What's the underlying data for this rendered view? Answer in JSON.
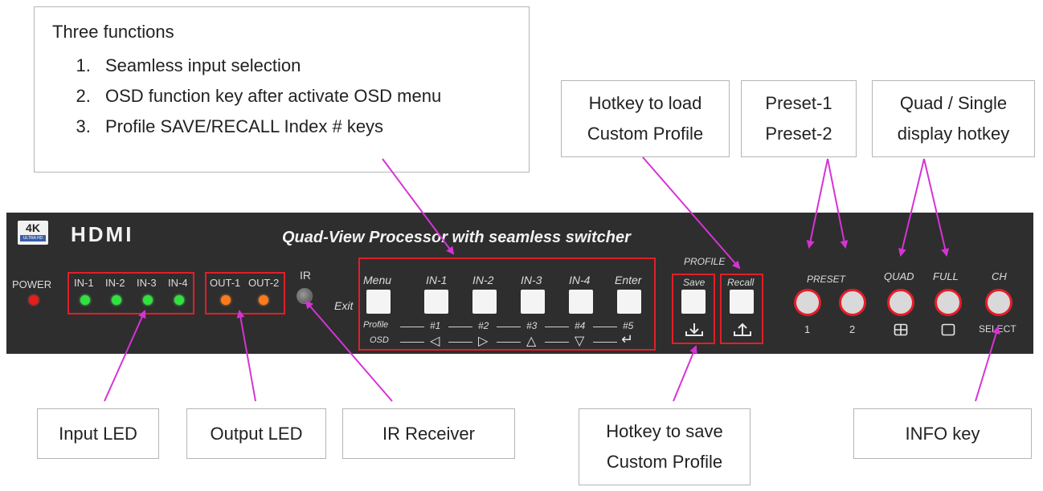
{
  "callouts": {
    "functions": {
      "title": "Three functions",
      "items": [
        "Seamless input selection",
        "OSD function key after activate OSD menu",
        "Profile SAVE/RECALL Index # keys"
      ]
    },
    "load_profile": [
      "Hotkey to load",
      "Custom Profile"
    ],
    "preset": [
      "Preset-1",
      "Preset-2"
    ],
    "quad_single": [
      "Quad / Single",
      "display hotkey"
    ],
    "input_led": "Input LED",
    "output_led": "Output LED",
    "ir_receiver": "IR Receiver",
    "save_profile": [
      "Hotkey to save",
      "Custom Profile"
    ],
    "info_key": "INFO key"
  },
  "panel": {
    "logo_4k": "4K",
    "logo_4k_sub": "ULTRA HD",
    "brand": "HDMI",
    "title": "Quad-View Processor with seamless switcher",
    "power": "POWER",
    "inputs": [
      "IN-1",
      "IN-2",
      "IN-3",
      "IN-4"
    ],
    "outputs": [
      "OUT-1",
      "OUT-2"
    ],
    "ir": "IR",
    "exit": "Exit",
    "keys": [
      "Menu",
      "IN-1",
      "IN-2",
      "IN-3",
      "IN-4",
      "Enter"
    ],
    "profile_label": "Profile",
    "profile_idx": [
      "#1",
      "#2",
      "#3",
      "#4",
      "#5"
    ],
    "osd_label": "OSD",
    "osd_glyphs": [
      "◁",
      "▷",
      "△",
      "▽",
      "↵"
    ],
    "profile_group": "PROFILE",
    "save": "Save",
    "recall": "Recall",
    "preset": "PRESET",
    "preset_nums": [
      "1",
      "2"
    ],
    "quad": "QUAD",
    "full": "FULL",
    "ch": "CH",
    "select": "SELECT"
  },
  "colors": {
    "panel": "#2e2e2e",
    "highlight": "#e31e2a",
    "arrow": "#d633d6",
    "led_power": "#e51d1d",
    "led_input": "#2fe23f",
    "led_output": "#ff7a1a"
  }
}
